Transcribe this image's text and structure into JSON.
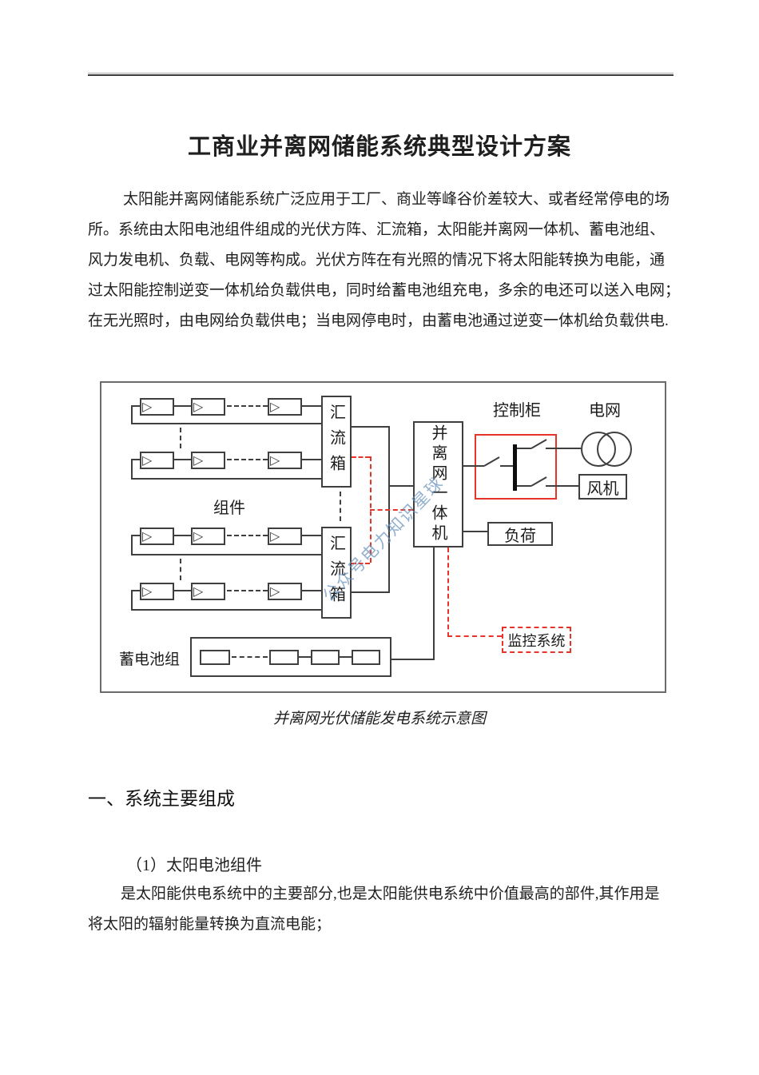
{
  "page": {
    "title": "工商业并离网储能系统典型设计方案",
    "intro_lines": [
      "太阳能并离网储能系统广泛应用于工厂、商业等峰谷价差较大、或者经常停电的场",
      "所。系统由太阳电池组件组成的光伏方阵、汇流箱，太阳能并离网一体机、蓄电池组、",
      "风力发电机、负载、电网等构成。光伏方阵在有光照的情况下将太阳能转换为电能，通",
      "过太阳能控制逆变一体机给负载供电，同时给蓄电池组充电，多余的电还可以送入电网；",
      "在无光照时，由电网给负载供电；当电网停电时，由蓄电池通过逆变一体机给负载供电."
    ],
    "caption": "并离网光伏储能发电系统示意图",
    "section_heading": "一、系统主要组成",
    "sub_heading": "（1）太阳电池组件",
    "body_lines": [
      "是太阳能供电系统中的主要部分,也是太阳能供电系统中价值最高的部件,其作用是",
      "将太阳的辐射能量转换为直流电能；"
    ]
  },
  "figure": {
    "module_label": "组件",
    "combiner_label": "汇流箱",
    "inverter_label": "并离网一体机",
    "control_cabinet_label": "控制柜",
    "grid_label": "电网",
    "fan_label": "风机",
    "load_label": "负荷",
    "monitor_label": "监控系统",
    "battery_label": "蓄电池组",
    "watermark": "公众号电力知识星球",
    "pv_module_icon": "▷",
    "colors": {
      "line": "#3f3f3f",
      "red": "#e5342a",
      "watermark": "#7aa3c8"
    }
  }
}
